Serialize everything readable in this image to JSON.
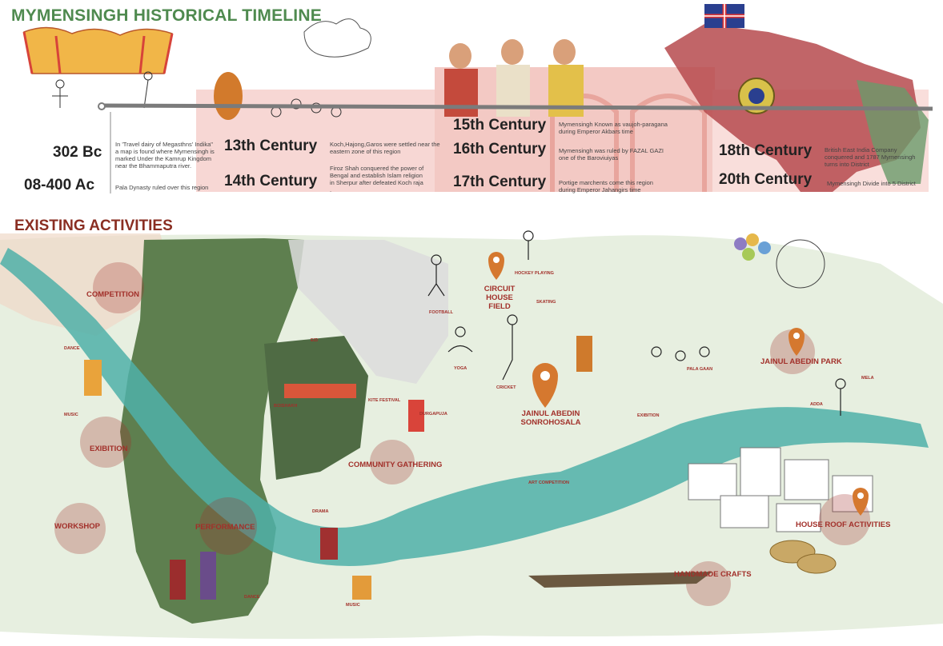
{
  "title": "MYMENSINGH HISTORICAL TIMELINE",
  "timeline": [
    {
      "period": "302 Bc",
      "text": "In 'Travel dairy of Megasthns' Indika\" a map is found where Mymensingh is marked Under the Kamrup Kingdom near the Bhammaputra river."
    },
    {
      "period": "08-400 Ac",
      "text": "Pala Dynasty ruled over this region"
    },
    {
      "period": "13th Century",
      "text": "Koch,Hajong,Garos were settled near the eastern zone of this region"
    },
    {
      "period": "14th Century",
      "text": "Firoz Shah conquered the power of Bengal and establish Islam religion in Sherpur after defeated Koch raja ."
    },
    {
      "period": "15th Century",
      "text": "Mymensingh Known as vaujoh-paragana during Emperor Akbars time"
    },
    {
      "period": "16th Century",
      "text": "Mymensingh was ruled by FAZAL GAZI one of the Baroviuiyas"
    },
    {
      "period": "17th Century",
      "text": "Portige marchents come this region during Emperor Jahangirs time"
    },
    {
      "period": "18th Century",
      "text": "British East India Company conquered and 1787 Mymensingh turns into District"
    },
    {
      "period": "20th Century",
      "text": "Mymensingh Divide into 5 District"
    }
  ],
  "section_title": "EXISTING ACTIVITIES",
  "activities": {
    "competition": "COMPETITION",
    "exibition": "EXIBITION",
    "workshop": "WORKSHOP",
    "performance": "PERFORMANCE",
    "community": "COMMUNITY GATHERING",
    "circuit": "CIRCUIT HOUSE FIELD",
    "jainul_park": "JAINUL ABEDIN PARK",
    "sonrohosala": "JAINUL ABEDIN SONROHOSALA",
    "house_roof": "HOUSE ROOF ACTIVITIES",
    "crafts": "HANDMADE CRAFTS"
  },
  "small_labels": {
    "dance1": "DANCE",
    "music1": "MUSIC",
    "eid": "EID",
    "football": "FOOTBALL",
    "hockey": "HOCKEY PLAYING",
    "skating": "SKATING",
    "yoga": "YOGA",
    "cricket": "CRICKET",
    "kite": "KITE FESTIVAL",
    "durga": "DURGAPUJA",
    "exib2": "EXIBITION",
    "art": "ART COMPETITION",
    "pala": "PALA GAAN",
    "mela": "MELA",
    "adda": "ADDA",
    "drama": "DRAMA",
    "dance2": "DANCE",
    "music2": "MUSIC",
    "boishakh": "BOISHAKH"
  },
  "colors": {
    "title_green": "#4f8a4f",
    "accent_red": "#a2302a",
    "river": "#4fb0a8",
    "map_green": "#5e7f4f",
    "band_pink": "#f6d3d0"
  }
}
